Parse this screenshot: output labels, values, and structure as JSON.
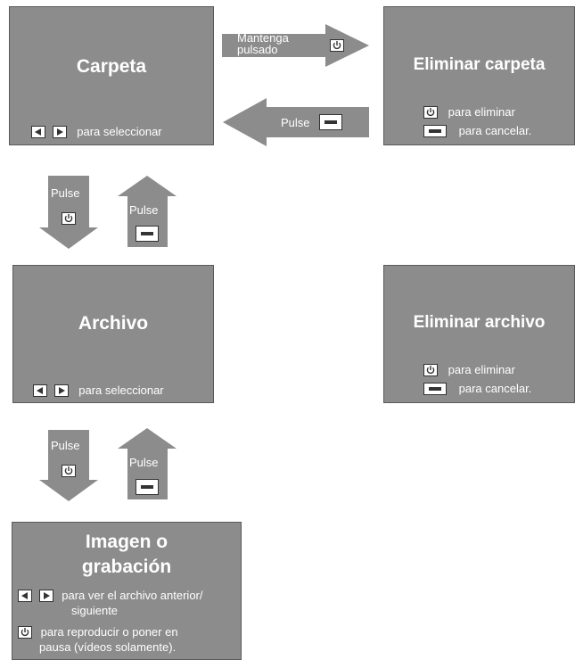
{
  "boxes": {
    "carpeta": {
      "title": "Carpeta",
      "hint": "para seleccionar"
    },
    "eliminar_carpeta": {
      "title": "Eliminar carpeta",
      "line1": "para eliminar",
      "line2": "para cancelar."
    },
    "archivo": {
      "title": "Archivo",
      "hint": "para seleccionar"
    },
    "eliminar_archivo": {
      "title": "Eliminar archivo",
      "line1": "para eliminar",
      "line2": "para cancelar."
    },
    "imagen": {
      "title_line1": "Imagen o",
      "title_line2": "grabación",
      "nav_line1": "para ver el archivo anterior/",
      "nav_line2": "siguiente",
      "play_line1": "para reproducir o poner en",
      "play_line2": "pausa (vídeos solamente)."
    }
  },
  "arrows": {
    "hold_line1": "Mantenga",
    "hold_line2": "pulsado",
    "pulse": "Pulse"
  }
}
